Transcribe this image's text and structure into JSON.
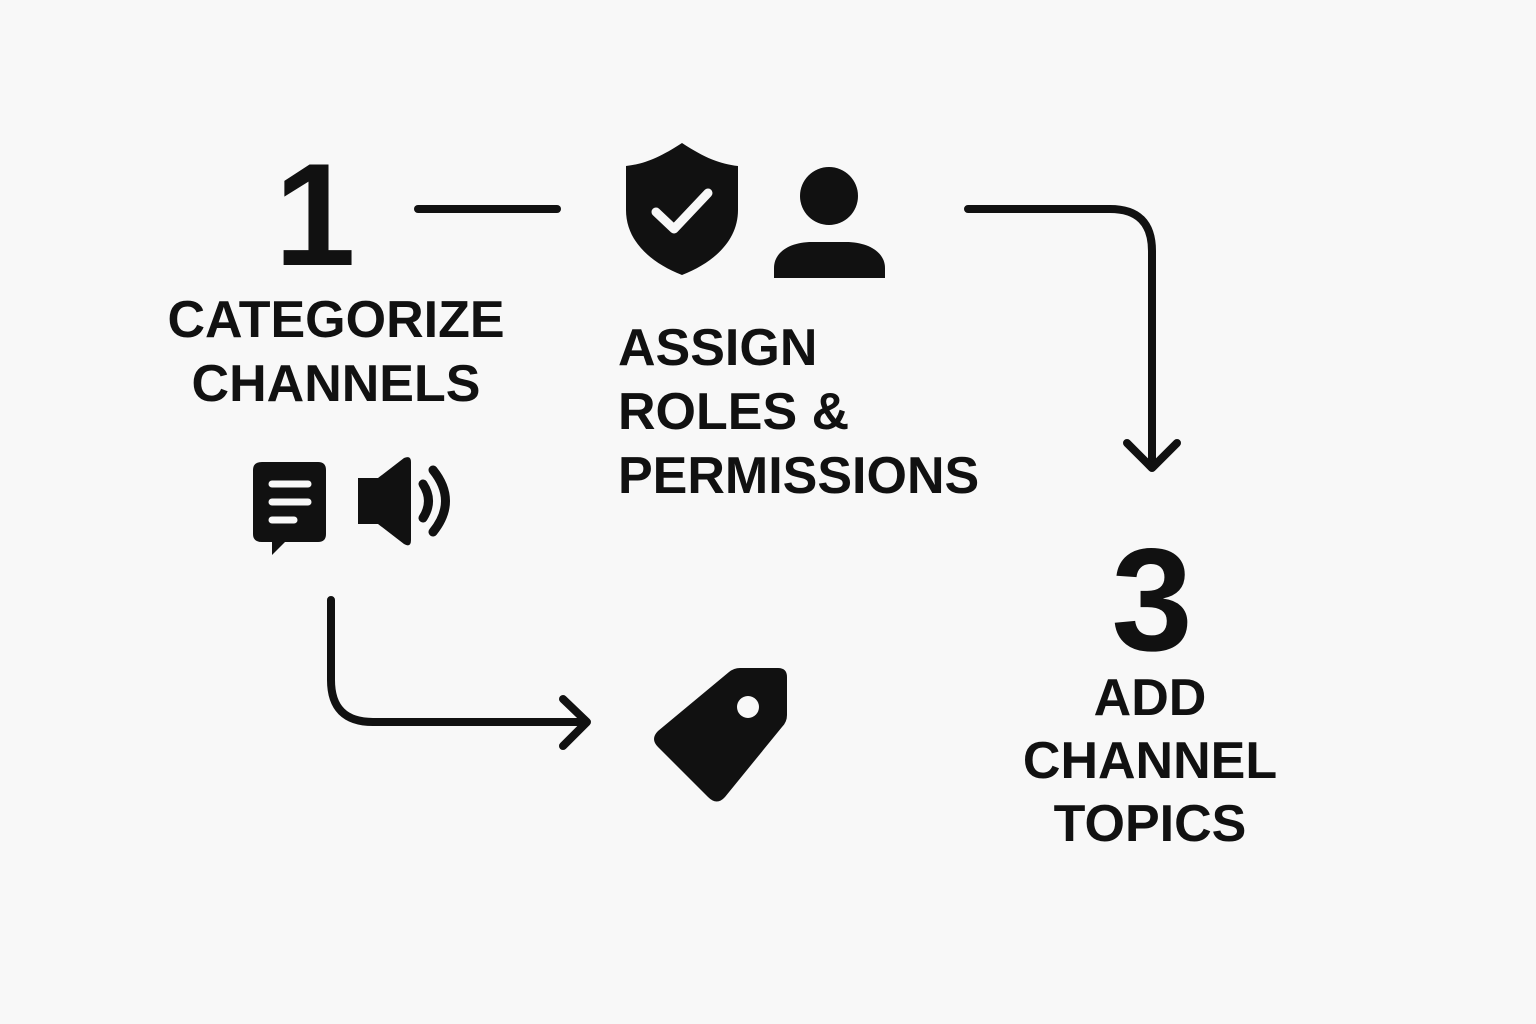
{
  "colors": {
    "background": "#f8f8f8",
    "ink": "#111111"
  },
  "steps": [
    {
      "number": "1",
      "label_lines": [
        "CATEGORIZE",
        "CHANNELS"
      ],
      "icons": [
        "chat-icon",
        "speaker-icon"
      ]
    },
    {
      "label_lines": [
        "ASSIGN",
        "ROLES &",
        "PERMISSIONS"
      ],
      "icons": [
        "shield-check-icon",
        "user-icon"
      ]
    },
    {
      "number": "3",
      "label_lines": [
        "ADD",
        "CHANNEL",
        "TOPICS"
      ],
      "icons": [
        "tag-icon"
      ]
    }
  ]
}
